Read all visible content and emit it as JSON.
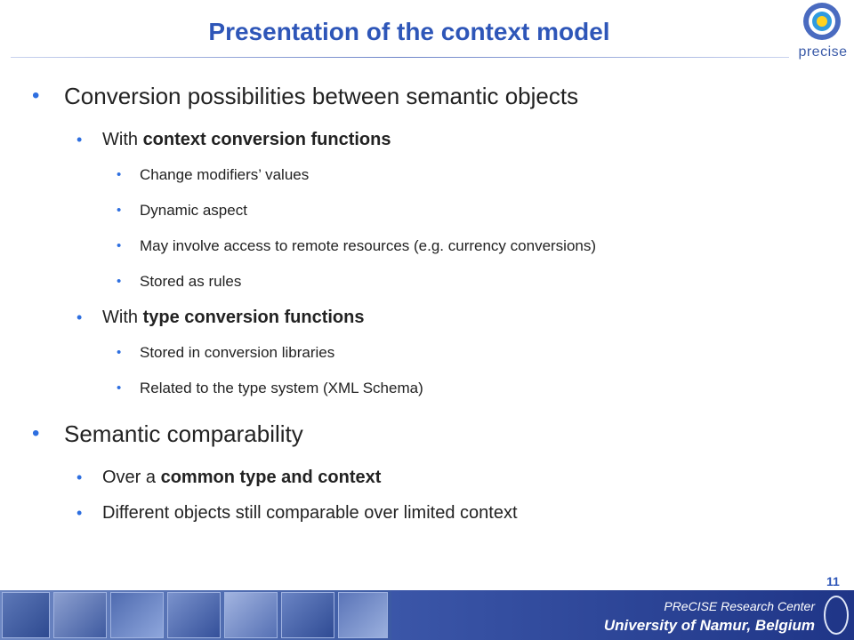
{
  "header": {
    "title": "Presentation of the context model",
    "logo_text": "precise"
  },
  "main": {
    "bullet1": {
      "text": "Conversion possibilities between semantic objects"
    },
    "sub1": {
      "prefix": "With ",
      "bold": "context conversion functions"
    },
    "sub1_items": [
      "Change modifiers’ values",
      "Dynamic aspect",
      "May involve access to remote resources (e.g. currency conversions)",
      "Stored as rules"
    ],
    "sub2": {
      "prefix": "With ",
      "bold": "type conversion functions"
    },
    "sub2_items": [
      "Stored in conversion libraries",
      "Related to the type system (XML Schema)"
    ],
    "bullet2": {
      "text": "Semantic comparability"
    },
    "sub3": {
      "prefix": "Over a ",
      "bold": "common type and context"
    },
    "sub4": {
      "text": "Different objects still comparable over limited context"
    }
  },
  "footer": {
    "page_number": "11",
    "line1": "PReCISE Research Center",
    "line2": "University of Namur, Belgium"
  },
  "colors": {
    "title": "#2e56b8",
    "bullet": "#2e6fe0",
    "footer_band": "#2b449a"
  }
}
